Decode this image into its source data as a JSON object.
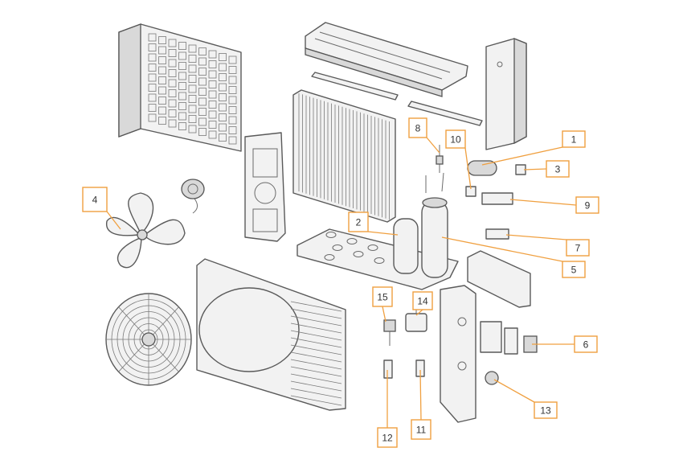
{
  "colors": {
    "callout_border": "#f0a040",
    "leader_line": "#f0a040",
    "part_outline": "#5a5a5a",
    "part_fill": "#f2f2f2",
    "background": "#ffffff"
  },
  "callouts": [
    {
      "id": "1",
      "label": "1"
    },
    {
      "id": "2",
      "label": "2"
    },
    {
      "id": "3",
      "label": "3"
    },
    {
      "id": "4",
      "label": "4"
    },
    {
      "id": "5",
      "label": "5"
    },
    {
      "id": "6",
      "label": "6"
    },
    {
      "id": "7",
      "label": "7"
    },
    {
      "id": "8",
      "label": "8"
    },
    {
      "id": "9",
      "label": "9"
    },
    {
      "id": "10",
      "label": "10"
    },
    {
      "id": "11",
      "label": "11"
    },
    {
      "id": "12",
      "label": "12"
    },
    {
      "id": "13",
      "label": "13"
    },
    {
      "id": "14",
      "label": "14"
    },
    {
      "id": "15",
      "label": "15"
    }
  ]
}
